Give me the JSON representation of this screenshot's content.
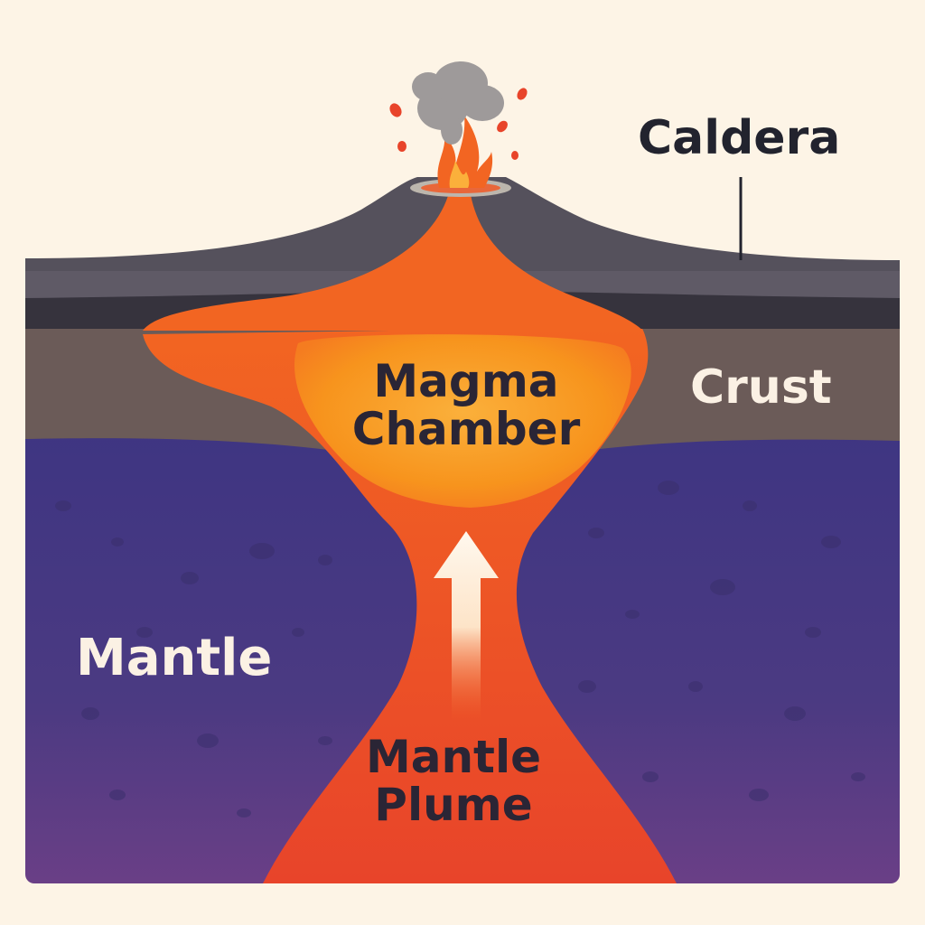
{
  "labels": {
    "caldera": "Caldera",
    "crust": "Crust",
    "magma_chamber": [
      "Magma",
      "Chamber"
    ],
    "mantle": "Mantle",
    "mantle_plume": [
      "Mantle",
      "Plume"
    ]
  },
  "colors": {
    "background": "#fdf4e6",
    "mantle": "#4a3a80",
    "crust": "#6b5b58",
    "rock_layer": "#5a5660",
    "magma": "#f05a24",
    "chamber_core": "#f89a1e",
    "smoke": "#9e9a9a"
  }
}
